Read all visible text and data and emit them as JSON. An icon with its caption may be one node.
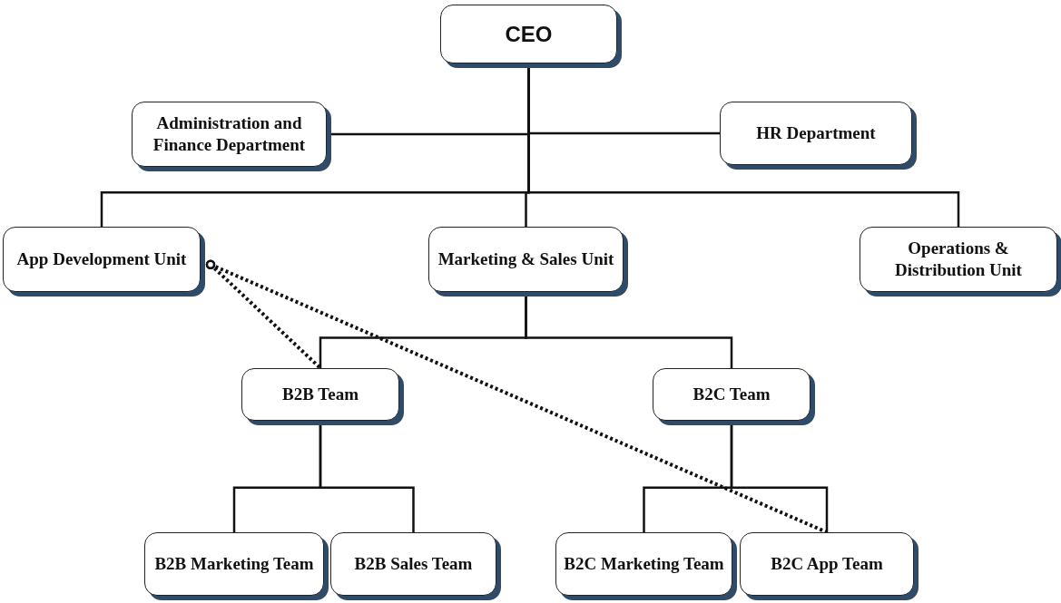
{
  "diagram": {
    "nodes": [
      {
        "text": [
          "CEO"
        ]
      },
      {
        "text": [
          "Administration and Finance Department"
        ]
      },
      {
        "text": [
          "HR Department"
        ]
      },
      {
        "text": [
          "App Development Unit"
        ]
      },
      {
        "text": [
          "Marketing & Sales Unit"
        ]
      },
      {
        "text": [
          "Operations & Distribution Unit"
        ]
      },
      {
        "text": [
          "B2B Team"
        ]
      },
      {
        "text": [
          "B2C Team"
        ]
      },
      {
        "text": [
          "B2B Marketing Team"
        ]
      },
      {
        "text": [
          "B2B Sales Team"
        ]
      },
      {
        "text": [
          "B2C Marketing Team"
        ]
      },
      {
        "text": [
          "B2C App Team"
        ]
      }
    ],
    "edges": [
      {
        "from": 0,
        "to": 1,
        "arrow": "none"
      },
      {
        "from": 0,
        "to": 2,
        "arrow": "none"
      },
      {
        "from": 0,
        "to": 3,
        "arrow": "none"
      },
      {
        "from": 0,
        "to": 4,
        "arrow": "none"
      },
      {
        "from": 0,
        "to": 5,
        "arrow": "none"
      },
      {
        "from": 4,
        "to": 6,
        "arrow": "none"
      },
      {
        "from": 4,
        "to": 7,
        "arrow": "none"
      },
      {
        "from": 6,
        "to": 8,
        "arrow": "none"
      },
      {
        "from": 6,
        "to": 9,
        "arrow": "none"
      },
      {
        "from": 7,
        "to": 10,
        "arrow": "none"
      },
      {
        "from": 7,
        "to": 11,
        "arrow": "none"
      },
      {
        "from": 3,
        "to": 6,
        "arrow": "other",
        "style": "dashed"
      },
      {
        "from": 3,
        "to": 11,
        "arrow": "other",
        "style": "dashed"
      }
    ]
  }
}
